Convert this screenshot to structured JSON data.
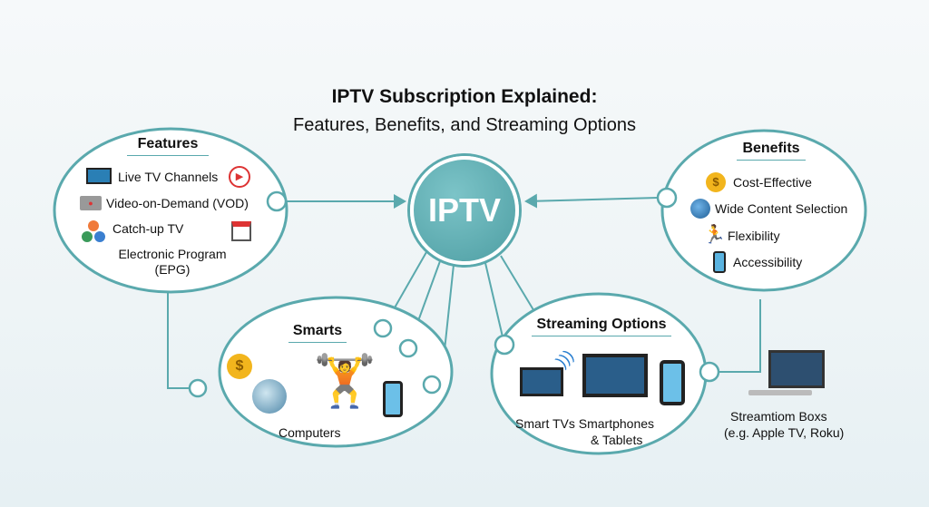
{
  "title": "IPTV Subscription Explained:",
  "subtitle": "Features, Benefits, and Streaming Options",
  "center": "IPTV",
  "features": {
    "heading": "Features",
    "items": [
      "Live TV Channels",
      "Video-on-Demand (VOD)",
      "Catch-up TV",
      "Electronic Program (EPG)"
    ]
  },
  "benefits": {
    "heading": "Benefits",
    "items": [
      "Cost-Effective",
      "Wide Content Selection",
      "Flexibility",
      "Accessibility"
    ]
  },
  "smarts": {
    "heading": "Smarts",
    "label": "Computers"
  },
  "streaming": {
    "heading": "Streaming Options",
    "label1": "Smart TVs Smartphones",
    "label2": "& Tablets"
  },
  "boxes": {
    "line1": "Streamtiom Boxs",
    "line2": "(e.g. Apple TV, Roku)"
  },
  "colors": {
    "accent": "#5aa9ad",
    "iptv": "#5bb0b5"
  }
}
